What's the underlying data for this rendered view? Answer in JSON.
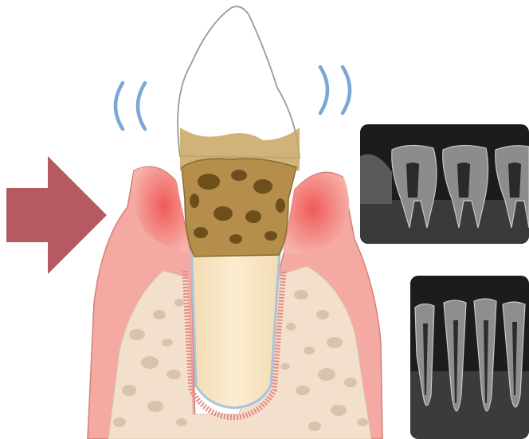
{
  "colors": {
    "background": "#ffffff",
    "arrow": "#b65a62",
    "wave": "#7ba6d6",
    "gum": "#f3a7a0",
    "gum_inflamed": "#f06b6b",
    "bone": "#f2dfcc",
    "bone_spots": "#d7c3b1",
    "enamel": "#ffffff",
    "root": "#f6e4c3",
    "plaque": "#a07c3c",
    "calculus": "#7a5a22",
    "xray_bg": "#1c1c1c",
    "xray_tooth": "#8a8a8a"
  },
  "elements": {
    "arrow": "arrow-right-icon",
    "motion": "tooth-mobility-waves",
    "illustration": "periodontitis-tooth-cross-section",
    "xray_images": [
      "dental-xray-molars",
      "dental-xray-incisors"
    ]
  }
}
